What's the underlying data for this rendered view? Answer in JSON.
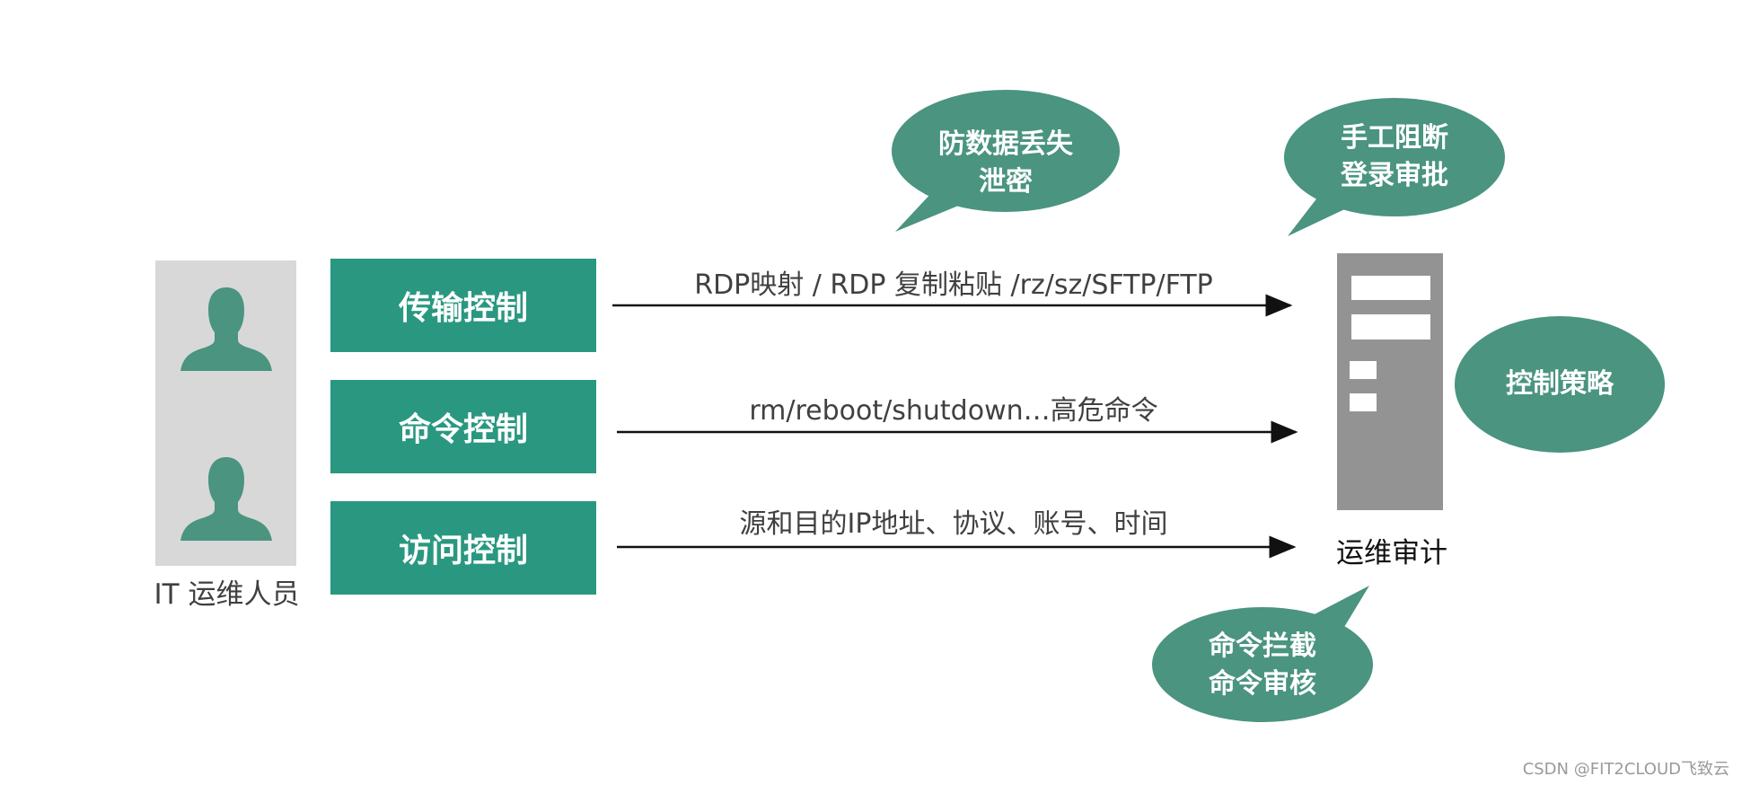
{
  "actor": {
    "label": "IT 运维人员",
    "icon": "person-silhouette-icon"
  },
  "controls": [
    {
      "label": "传输控制",
      "flow": "RDP映射 / RDP 复制粘贴 /rz/sz/SFTP/FTP"
    },
    {
      "label": "命令控制",
      "flow": "rm/reboot/shutdown…高危命令"
    },
    {
      "label": "访问控制",
      "flow": "源和目的IP地址、协议、账号、时间"
    }
  ],
  "bubbles": {
    "data_leak": {
      "line1": "防数据丢失",
      "line2": "泄密"
    },
    "manual_block": {
      "line1": "手工阻断",
      "line2": "登录审批"
    },
    "policy": {
      "text": "控制策略"
    },
    "command": {
      "line1": "命令拦截",
      "line2": "命令审核"
    }
  },
  "server": {
    "label": "运维审计",
    "icon": "server-icon"
  },
  "watermark": "CSDN @FIT2CLOUD飞致云",
  "colors": {
    "accent": "#2a9880",
    "bubble": "#4a9480",
    "server": "#939393",
    "panel": "#d8d8d8"
  }
}
